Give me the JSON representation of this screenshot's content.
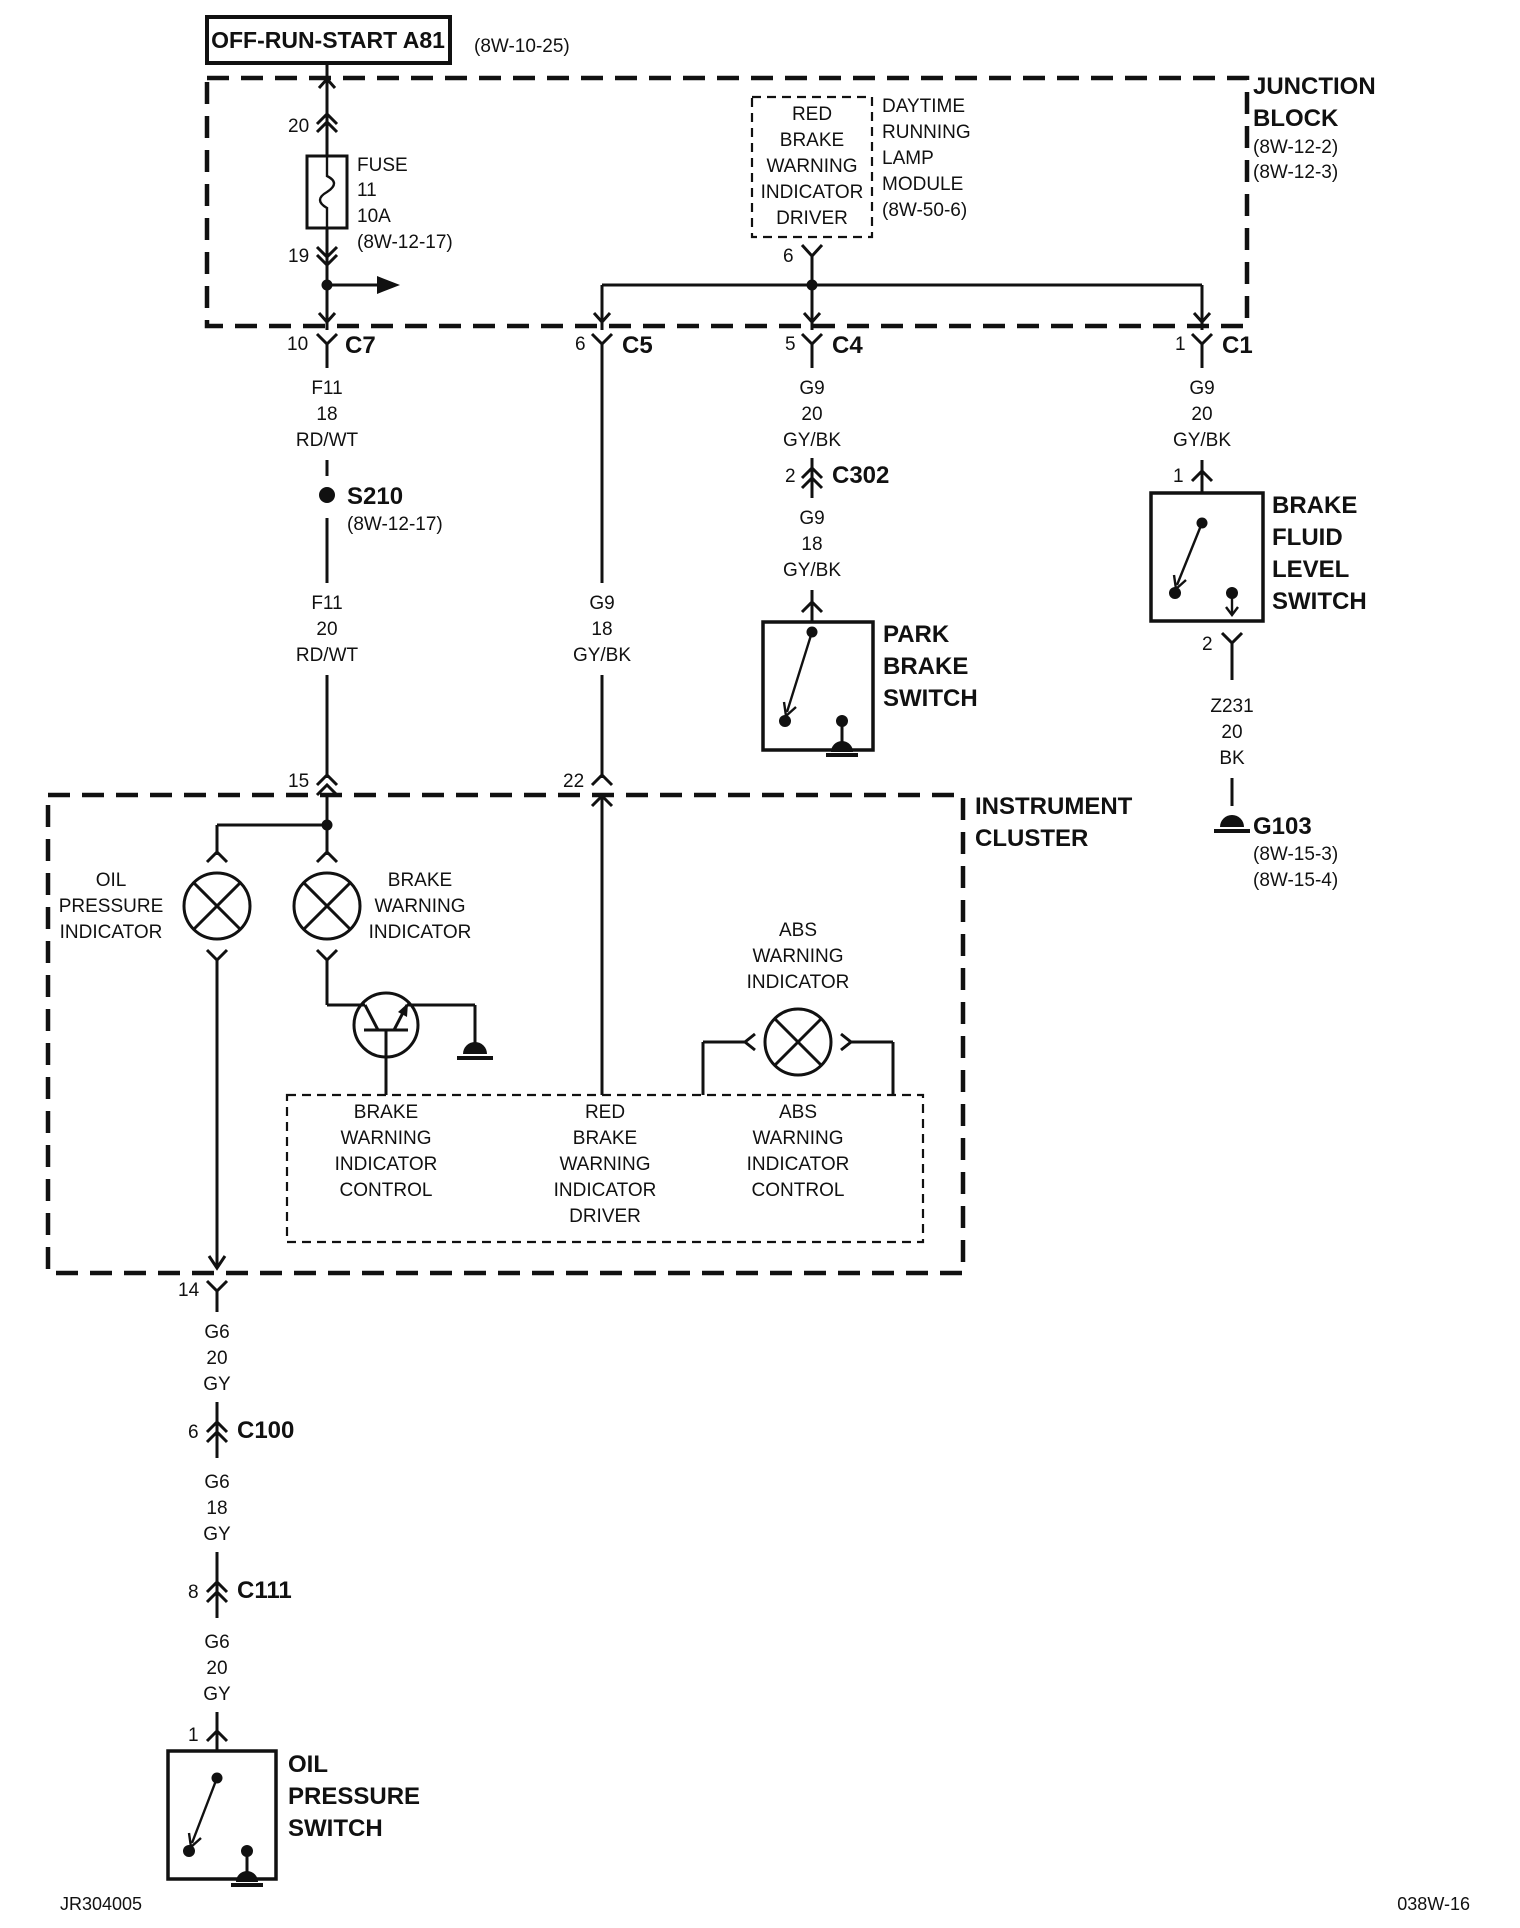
{
  "header": {
    "source_label": "OFF-RUN-START A81",
    "source_ref": "(8W-10-25)"
  },
  "junction_block": {
    "title_1": "JUNCTION",
    "title_2": "BLOCK",
    "ref_1": "(8W-12-2)",
    "ref_2": "(8W-12-3)",
    "fuse": {
      "label": "FUSE",
      "number": "11",
      "rating": "10A",
      "ref": "(8W-12-17)",
      "pin_in": "20",
      "pin_out": "19"
    },
    "drl_driver": {
      "lines": [
        "RED",
        "BRAKE",
        "WARNING",
        "INDICATOR",
        "DRIVER"
      ],
      "pin": "6"
    },
    "drl_module": {
      "lines": [
        "DAYTIME",
        "RUNNING",
        "LAMP",
        "MODULE",
        "(8W-50-6)"
      ]
    }
  },
  "connectors": {
    "c7": {
      "name": "C7",
      "pin": "10"
    },
    "c5": {
      "name": "C5",
      "pin": "6"
    },
    "c4": {
      "name": "C4",
      "pin": "5"
    },
    "c1": {
      "name": "C1",
      "pin": "1"
    },
    "c302": {
      "name": "C302",
      "pin": "2"
    },
    "c100": {
      "name": "C100",
      "pin": "6"
    },
    "c111": {
      "name": "C111",
      "pin": "8"
    }
  },
  "wires": {
    "f11_18": [
      "F11",
      "18",
      "RD/WT"
    ],
    "f11_20": [
      "F11",
      "20",
      "RD/WT"
    ],
    "g9_c5": [
      "G9",
      "18",
      "GY/BK"
    ],
    "g9_c4": [
      "G9",
      "20",
      "GY/BK"
    ],
    "g9_c302": [
      "G9",
      "18",
      "GY/BK"
    ],
    "g9_c1": [
      "G9",
      "20",
      "GY/BK"
    ],
    "z231": [
      "Z231",
      "20",
      "BK"
    ],
    "g6_14": [
      "G6",
      "20",
      "GY"
    ],
    "g6_c100": [
      "G6",
      "18",
      "GY"
    ],
    "g6_c111": [
      "G6",
      "20",
      "GY"
    ]
  },
  "splice": {
    "name": "S210",
    "ref": "(8W-12-17)"
  },
  "ground": {
    "name": "G103",
    "ref_1": "(8W-15-3)",
    "ref_2": "(8W-15-4)"
  },
  "park_brake_switch": {
    "lines": [
      "PARK",
      "BRAKE",
      "SWITCH"
    ]
  },
  "brake_fluid_switch": {
    "lines": [
      "BRAKE",
      "FLUID",
      "LEVEL",
      "SWITCH"
    ],
    "pin_top": "1",
    "pin_bottom": "2"
  },
  "instrument_cluster": {
    "title_1": "INSTRUMENT",
    "title_2": "CLUSTER",
    "pin_15": "15",
    "pin_22": "22",
    "pin_14": "14",
    "oil_indicator": [
      "OIL",
      "PRESSURE",
      "INDICATOR"
    ],
    "brake_indicator": [
      "BRAKE",
      "WARNING",
      "INDICATOR"
    ],
    "abs_indicator": [
      "ABS",
      "WARNING",
      "INDICATOR"
    ],
    "brake_control": [
      "BRAKE",
      "WARNING",
      "INDICATOR",
      "CONTROL"
    ],
    "red_brake_driver": [
      "RED",
      "BRAKE",
      "WARNING",
      "INDICATOR",
      "DRIVER"
    ],
    "abs_control": [
      "ABS",
      "WARNING",
      "INDICATOR",
      "CONTROL"
    ]
  },
  "oil_pressure_switch": {
    "lines": [
      "OIL",
      "PRESSURE",
      "SWITCH"
    ],
    "pin": "1"
  },
  "footer": {
    "left": "JR304005",
    "right": "038W-16"
  }
}
